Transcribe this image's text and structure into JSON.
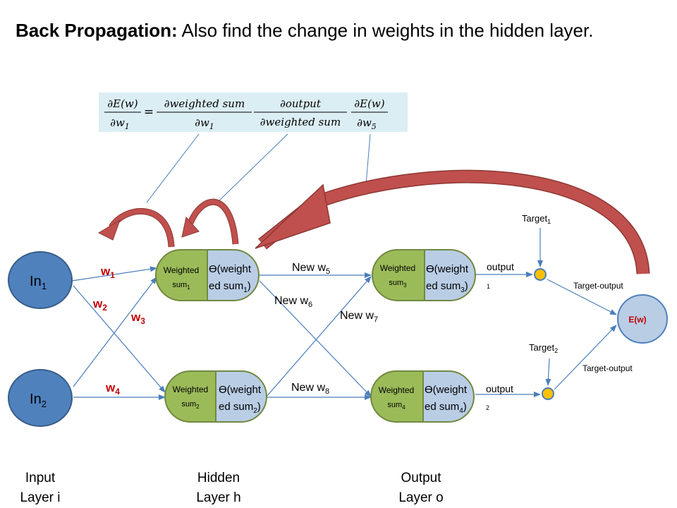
{
  "title": {
    "bold": "Back Propagation:",
    "rest": " Also find the change in weights in the hidden layer."
  },
  "formula": {
    "lhs_num": "∂E(w)",
    "lhs_den_d": "∂w",
    "lhs_den_sub": "1",
    "equals": "=",
    "t1_num": "∂weighted sum",
    "t1_den_d": "∂w",
    "t1_den_sub": "1",
    "t2_num": "∂output",
    "t2_den": "∂weighted sum",
    "t3_num": "∂E(w)",
    "t3_den_d": "∂w",
    "t3_den_sub": "5"
  },
  "inputs": {
    "in1_main": "In",
    "in1_sub": "1",
    "in2_main": "In",
    "in2_sub": "2"
  },
  "weights": {
    "w1_main": "w",
    "w1_sub": "1",
    "w2_main": "w",
    "w2_sub": "2",
    "w3_main": "w",
    "w3_sub": "3",
    "w4_main": "w",
    "w4_sub": "4"
  },
  "new_weights": {
    "w5_main": "New w",
    "w5_sub": "5",
    "w6_main": "New w",
    "w6_sub": "6",
    "w7_main": "New w",
    "w7_sub": "7",
    "w8_main": "New w",
    "w8_sub": "8"
  },
  "neurons": {
    "h1": {
      "sum_main": "Weighted",
      "sum_sub_text": "sum",
      "sum_sub": "1",
      "act_line1": "ϴ(weight",
      "act_line2": "ed sum",
      "act_sub": "1",
      "act_close": ")"
    },
    "h2": {
      "sum_main": "Weighted",
      "sum_sub_text": "sum",
      "sum_sub": "2",
      "act_line1": "ϴ(weight",
      "act_line2": "ed sum",
      "act_sub": "2",
      "act_close": ")"
    },
    "o3": {
      "sum_main": "Weighted",
      "sum_sub_text": "sum",
      "sum_sub": "3",
      "act_line1": "ϴ(weight",
      "act_line2": "ed sum",
      "act_sub": "3",
      "act_close": ")"
    },
    "o4": {
      "sum_main": "Weighted",
      "sum_sub_text": "sum",
      "sum_sub": "4",
      "act_line1": "ϴ(weight",
      "act_line2": "ed sum",
      "act_sub": "4",
      "act_close": ")"
    }
  },
  "outputs": {
    "out1_main": "output",
    "out1_sub": "1",
    "out2_main": "output",
    "out2_sub": "2",
    "target1_main": "Target",
    "target1_sub": "1",
    "target2_main": "Target",
    "target2_sub": "2",
    "diff1": "Target-output",
    "diff2": "Target-output",
    "error": "E(w)"
  },
  "layers": {
    "input_line1": "Input",
    "input_line2": "Layer i",
    "hidden_line1": "Hidden",
    "hidden_line2": "Layer h",
    "output_line1": "Output",
    "output_line2": "Layer o"
  },
  "colors": {
    "node_blue": "#4f81bd",
    "sum_green": "#9bbb59",
    "act_blue": "#b9cde5",
    "weight_red": "#c00000",
    "arrow_red": "#c0504d",
    "junction_orange": "#ffc000",
    "formula_bg": "#dbeef4"
  }
}
